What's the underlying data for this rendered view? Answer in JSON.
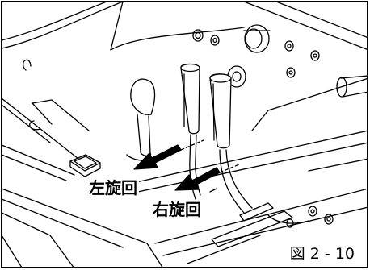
{
  "labels": {
    "left_turn": "左旋回",
    "right_turn": "右旋回"
  },
  "caption": "図 2 - 10",
  "colors": {
    "ink": "#000000",
    "background": "#ffffff"
  }
}
